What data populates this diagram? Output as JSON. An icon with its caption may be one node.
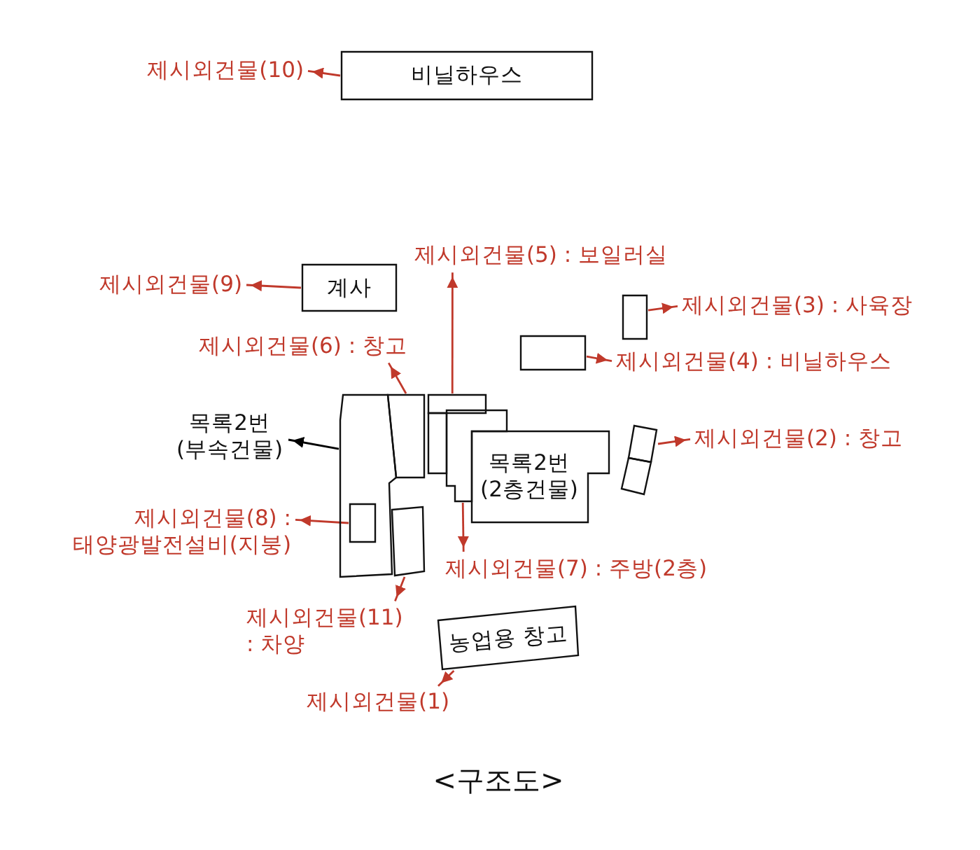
{
  "diagram": {
    "caption": "<구조도>",
    "nodes": [
      {
        "text": [
          "제시외건물(10)"
        ]
      },
      {
        "text": [
          "비닐하우스"
        ]
      },
      {
        "text": [
          "제시외건물(5) : 보일러실"
        ]
      },
      {
        "text": [
          "제시외건물(9)"
        ]
      },
      {
        "text": [
          "계사"
        ]
      },
      {
        "text": [],
        "shape": "box"
      },
      {
        "text": [
          "제시외건물(3) : 사육장"
        ]
      },
      {
        "text": [
          "제시외건물(6) : 창고"
        ]
      },
      {
        "text": [],
        "shape": "box"
      },
      {
        "text": [
          "제시외건물(4) : 비닐하우스"
        ]
      },
      {
        "text": [],
        "shape": "box"
      },
      {
        "text": [],
        "shape": "box"
      },
      {
        "text": [],
        "shape": "box"
      },
      {
        "text": [],
        "shape": "box"
      },
      {
        "text": [],
        "shape": "box"
      },
      {
        "text": [
          "목록2번 (부속건물)"
        ]
      },
      {
        "text": [
          "목록2번 (2층건물)"
        ]
      },
      {
        "text": [],
        "shape": "box"
      },
      {
        "text": [
          "제시외건물(2) : 창고"
        ]
      },
      {
        "text": [],
        "shape": "box"
      },
      {
        "text": [],
        "shape": "box",
        "in": 10
      },
      {
        "text": [
          "제시외건물(8) : 태양광발전설비(지붕)"
        ]
      },
      {
        "text": [],
        "shape": "box"
      },
      {
        "text": [
          "제시외건물(7) : 주방(2층)"
        ]
      },
      {
        "text": [
          "제시외건물(11) : 차양"
        ]
      },
      {
        "text": [
          "농업용 창고"
        ]
      },
      {
        "text": [
          "제시외건물(1)"
        ]
      }
    ],
    "edges": [
      {
        "from": 1,
        "to": 0,
        "arrow": "to"
      },
      {
        "from": 12,
        "to": 2,
        "arrow": "to"
      },
      {
        "from": 4,
        "to": 3,
        "arrow": "to"
      },
      {
        "from": 5,
        "to": 6,
        "arrow": "to"
      },
      {
        "from": 11,
        "to": 7,
        "arrow": "to"
      },
      {
        "from": 8,
        "to": 9,
        "arrow": "to"
      },
      {
        "from": 10,
        "to": 15,
        "arrow": "to",
        "color": "#000000"
      },
      {
        "from": 17,
        "to": 18,
        "arrow": "to"
      },
      {
        "from": 20,
        "to": 21,
        "arrow": "to"
      },
      {
        "from": 14,
        "to": 23,
        "arrow": "to"
      },
      {
        "from": 22,
        "to": 24,
        "arrow": "to"
      },
      {
        "from": 25,
        "to": 26,
        "arrow": "to"
      }
    ]
  }
}
